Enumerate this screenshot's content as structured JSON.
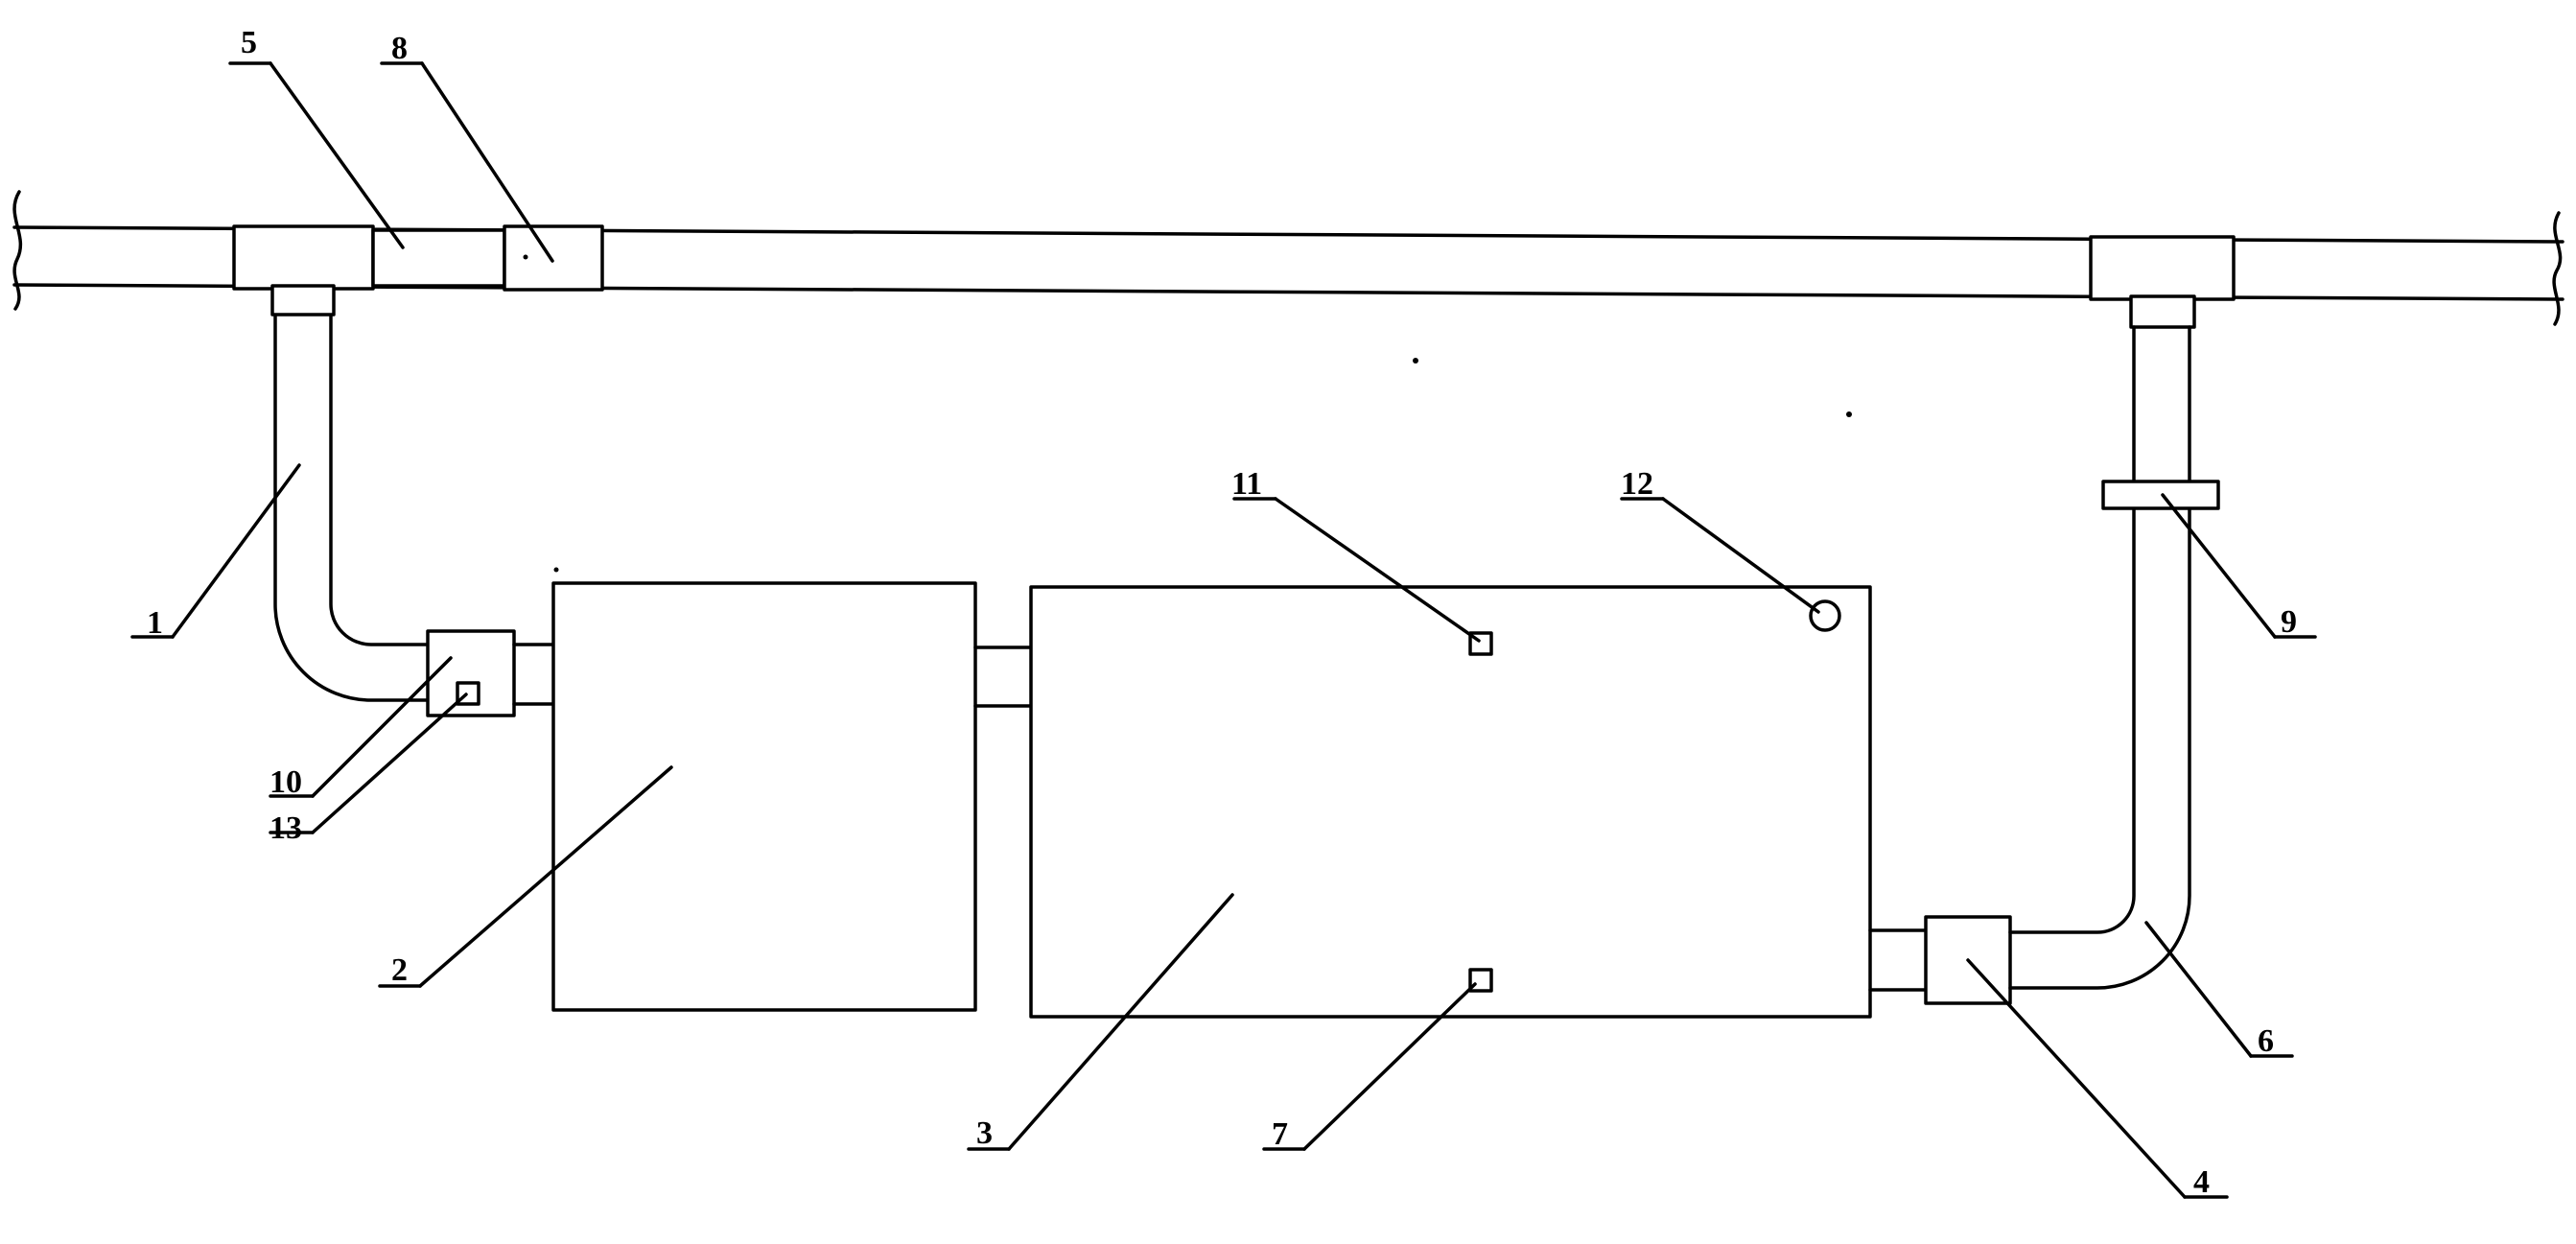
{
  "diagram": {
    "labels": {
      "l1": "1",
      "l2": "2",
      "l3": "3",
      "l4": "4",
      "l5": "5",
      "l6": "6",
      "l7": "7",
      "l8": "8",
      "l9": "9",
      "l10": "10",
      "l11": "11",
      "l12": "12",
      "l13": "13"
    },
    "colors": {
      "line": "#000000",
      "background": "#ffffff"
    }
  }
}
